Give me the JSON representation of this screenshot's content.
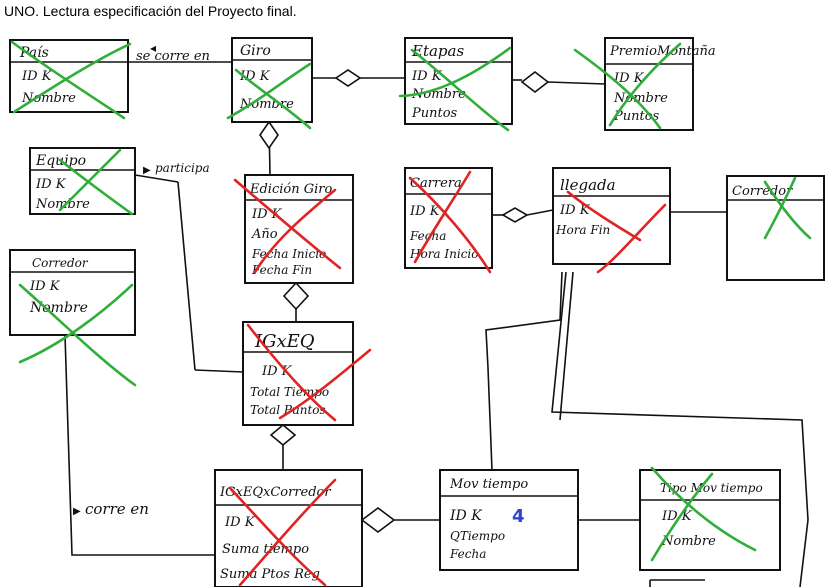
{
  "page_title": "UNO. Lectura especificación del Proyecto final.",
  "colors": {
    "ink": "#111111",
    "green_cross": "#2fae3a",
    "red_cross": "#e02424",
    "blue_note": "#2f3fd8"
  },
  "entities": {
    "pais": {
      "title": "País",
      "attrs": [
        "ID   K",
        "Nombre"
      ]
    },
    "giro": {
      "title": "Giro",
      "attrs": [
        "ID   K",
        "Nombre"
      ]
    },
    "etapas": {
      "title": "Etapas",
      "attrs": [
        "ID       K",
        "Nombre",
        "Puntos"
      ]
    },
    "premio": {
      "title": "PremioMontaña",
      "attrs": [
        "ID   K",
        "Nombre",
        "Puntos"
      ]
    },
    "equipo": {
      "title": "Equipo",
      "attrs": [
        "ID   K",
        "Nombre"
      ]
    },
    "edicion": {
      "title": "Edición Giro",
      "attrs": [
        "ID       K",
        "Año",
        "Fecha Inicio",
        "Fecha Fin"
      ]
    },
    "carrera": {
      "title": "Carrera",
      "attrs": [
        "ID       K",
        "Fecha",
        "Hora Inicio"
      ]
    },
    "llegada": {
      "title": "llegada",
      "attrs": [
        "ID       K",
        "Hora Fin"
      ]
    },
    "corredor2": {
      "title": "Corredor",
      "attrs": []
    },
    "corredor": {
      "title": "Corredor",
      "attrs": [
        "ID   K",
        "Nombre"
      ]
    },
    "igxeq": {
      "title": "IGxEQ",
      "attrs": [
        "ID   K",
        "Total Tiempo",
        "Total Puntos"
      ]
    },
    "igxeqcorr": {
      "title": "IGxEQxCorredor",
      "attrs": [
        "ID          K",
        "Suma tiempo",
        "Suma Ptos Reg"
      ]
    },
    "mostiempo": {
      "title": "Mov tiempo",
      "attrs": [
        "ID       K",
        "QTiempo",
        "Fecha"
      ]
    },
    "tipomov": {
      "title": "Tipo Mov tiempo",
      "attrs": [
        "ID       K",
        "Nombre"
      ]
    }
  },
  "relations": {
    "se_corre_en": "se corre en",
    "participa": "participa",
    "corre_en": "corre en"
  },
  "annotations": {
    "blue_mark": "4"
  }
}
